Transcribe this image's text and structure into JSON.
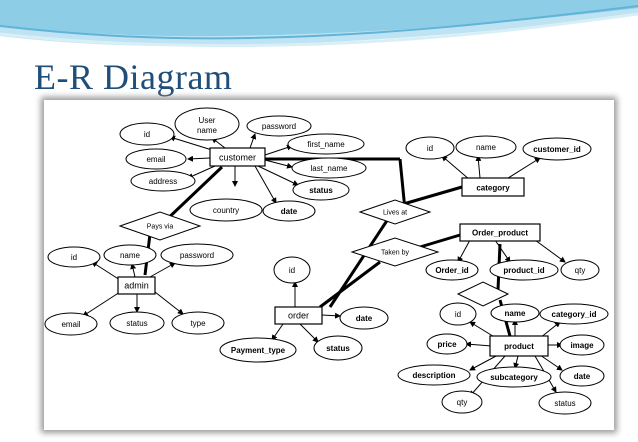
{
  "slide": {
    "title": "E-R Diagram"
  },
  "entities": {
    "customer": "customer",
    "admin": "admin",
    "order": "order",
    "category": "category",
    "order_product": "Order_product",
    "product": "product"
  },
  "relationships": {
    "pays_via": "Pays via",
    "lives_at": "Lives at",
    "taken_by": "Taken by"
  },
  "attributes": {
    "customer_id": "id",
    "customer_username": "User name",
    "customer_password": "password",
    "customer_email": "email",
    "customer_first_name": "first_name",
    "customer_last_name": "last_name",
    "customer_address": "address",
    "customer_status": "status",
    "customer_country": "country",
    "customer_date": "date",
    "admin_id": "id",
    "admin_name": "name",
    "admin_password": "password",
    "admin_email": "email",
    "admin_status": "status",
    "admin_type": "type",
    "order_id": "id",
    "order_date": "date",
    "order_payment_type": "Payment_type",
    "order_status": "status",
    "category_id": "id",
    "category_name": "name",
    "category_customer_id": "customer_id",
    "op_order_id": "Order_id",
    "op_product_id": "product_id",
    "op_qty": "qty",
    "product_id": "id",
    "product_name": "name",
    "product_category_id": "category_id",
    "product_price": "price",
    "product_image": "image",
    "product_description": "description",
    "product_subcategory": "subcategory",
    "product_date": "date",
    "product_qty": "qty",
    "product_status": "status"
  }
}
